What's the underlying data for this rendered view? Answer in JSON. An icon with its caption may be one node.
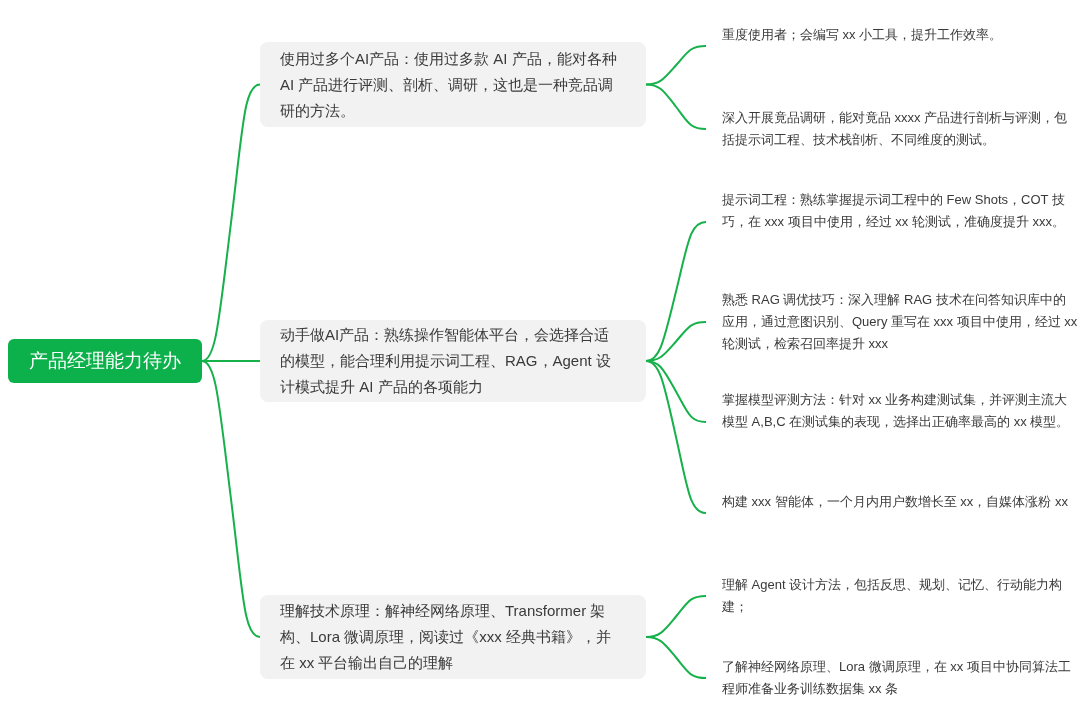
{
  "diagram": {
    "nodes": [
      {
        "text": [
          "产品经理能力待办"
        ]
      },
      {
        "text": [
          "使用过多个AI产品：使用过多款 AI 产品，能对各种 AI 产品进行评测、剖析、调研，这也是一种竞品调研的方法。"
        ]
      },
      {
        "text": [
          "动手做AI产品：熟练操作智能体平台，会选择合适的模型，能合理利用提示词工程、RAG，Agent 设计模式提升 AI 产品的各项能力"
        ]
      },
      {
        "text": [
          "理解技术原理：解神经网络原理、Transformer 架构、Lora 微调原理，阅读过《xxx 经典书籍》，并在 xx 平台输出自己的理解"
        ]
      },
      {
        "text": [
          "重度使用者；会编写 xx 小工具，提升工作效率。"
        ]
      },
      {
        "text": [
          "深入开展竟品调研，能对竟品 xxxx 产品进行剖析与评测，包括提示词工程、技术栈剖析、不同维度的测试。"
        ]
      },
      {
        "text": [
          "提示词工程：熟练掌握提示词工程中的 Few Shots，COT 技巧，在 xxx 项目中使用，经过 xx 轮测试，准确度提升 xxx。"
        ]
      },
      {
        "text": [
          "熟悉 RAG 调优技巧：深入理解 RAG 技术在问答知识库中的应用，通过意图识别、Query 重写在 xxx 项目中使用，经过 xx 轮测试，检索召回率提升 xxx"
        ]
      },
      {
        "text": [
          "掌握模型评测方法：针对 xx 业务构建测试集，并评测主流大模型 A,B,C 在测试集的表现，选择出正确率最高的 xx 模型。"
        ]
      },
      {
        "text": [
          "构建 xxx 智能体，一个月内用户数增长至 xx，自媒体涨粉 xx"
        ]
      },
      {
        "text": [
          "理解 Agent 设计方法，包括反思、规划、记忆、行动能力构建；"
        ]
      },
      {
        "text": [
          "了解神经网络原理、Lora 微调原理，在 xx 项目中协同算法工程师准备业务训练数据集 xx 条"
        ]
      }
    ],
    "edges": [
      {
        "from": 0,
        "to": 1,
        "arrow": "none"
      },
      {
        "from": 0,
        "to": 2,
        "arrow": "none"
      },
      {
        "from": 0,
        "to": 3,
        "arrow": "none"
      },
      {
        "from": 1,
        "to": 4,
        "arrow": "none"
      },
      {
        "from": 1,
        "to": 5,
        "arrow": "none"
      },
      {
        "from": 2,
        "to": 6,
        "arrow": "none"
      },
      {
        "from": 2,
        "to": 7,
        "arrow": "none"
      },
      {
        "from": 2,
        "to": 8,
        "arrow": "none"
      },
      {
        "from": 2,
        "to": 9,
        "arrow": "none"
      },
      {
        "from": 3,
        "to": 10,
        "arrow": "none"
      },
      {
        "from": 3,
        "to": 11,
        "arrow": "none"
      }
    ]
  }
}
